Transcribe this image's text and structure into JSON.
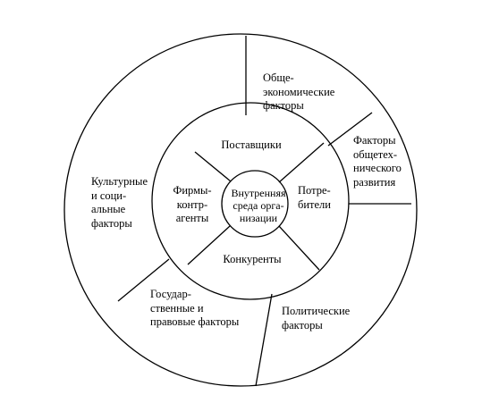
{
  "diagram": {
    "core": {
      "lines": [
        "Внутренняя",
        "среда орга-",
        "низации"
      ]
    },
    "inner_ring": {
      "suppliers": [
        "Поставщики"
      ],
      "consumers": [
        "Потре-",
        "бители"
      ],
      "competitors": [
        "Конкуренты"
      ],
      "contractors": [
        "Фирмы-",
        "контр-",
        "агенты"
      ]
    },
    "outer_ring": {
      "economic": [
        "Обще-",
        "экономические",
        "факторы"
      ],
      "technological": [
        "Факторы",
        "общетех-",
        "нического",
        "развития"
      ],
      "political": [
        "Политические",
        "факторы"
      ],
      "legal": [
        "Государ-",
        "ственные и",
        "правовые факторы"
      ],
      "cultural": [
        "Культурные",
        "и соци-",
        "альные",
        "факторы"
      ]
    },
    "colors": {
      "stroke": "#000000",
      "background": "#ffffff"
    }
  }
}
